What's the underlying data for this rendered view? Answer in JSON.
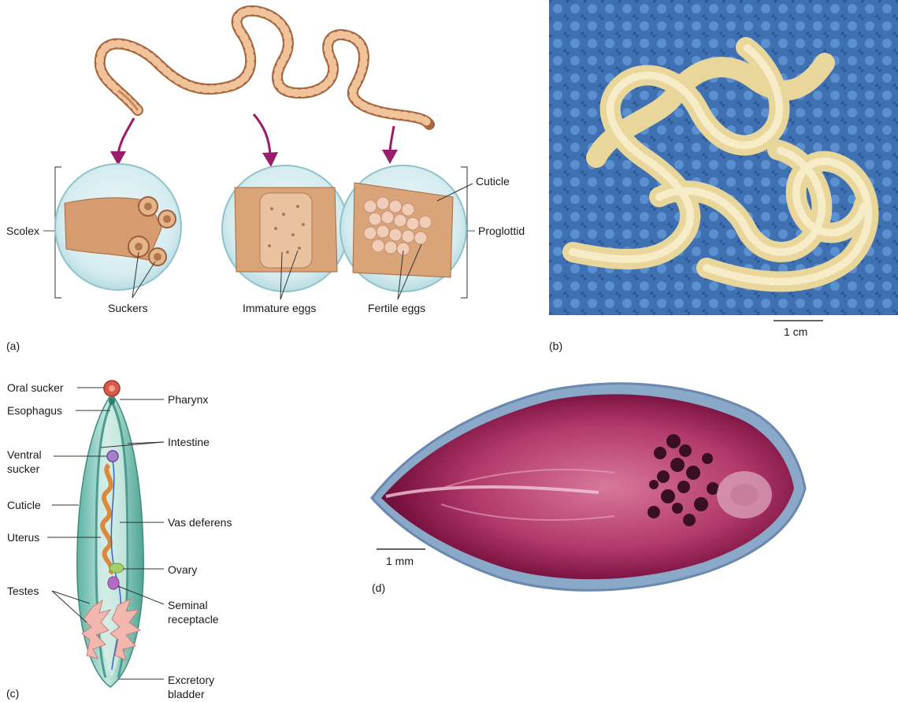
{
  "panels": {
    "a": {
      "letter": "(a)",
      "labels": {
        "scolex": "Scolex",
        "suckers": "Suckers",
        "immature_eggs": "Immature eggs",
        "fertile_eggs": "Fertile eggs",
        "cuticle": "Cuticle",
        "proglottid": "Proglottid"
      }
    },
    "b": {
      "letter": "(b)",
      "scale": "1 cm"
    },
    "c": {
      "letter": "(c)",
      "labels": {
        "oral_sucker": "Oral sucker",
        "esophagus": "Esophagus",
        "ventral_sucker_1": "Ventral",
        "ventral_sucker_2": "sucker",
        "cuticle": "Cuticle",
        "uterus": "Uterus",
        "testes": "Testes",
        "pharynx": "Pharynx",
        "intestine": "Intestine",
        "vas_deferens": "Vas deferens",
        "ovary": "Ovary",
        "seminal_1": "Seminal",
        "seminal_2": "receptacle",
        "excretory_1": "Excretory",
        "excretory_2": "bladder"
      }
    },
    "d": {
      "letter": "(d)",
      "scale": "1 mm"
    }
  },
  "colors": {
    "arrow": "#9b1c6a",
    "worm": "#d9a070",
    "circle_fill": "#dff0f2",
    "fluke_body": "#9ed6c8",
    "photo_bg": "#3d6fb0",
    "tapeworm_photo": "#efe0a8",
    "specimen": "#b23a6a"
  }
}
